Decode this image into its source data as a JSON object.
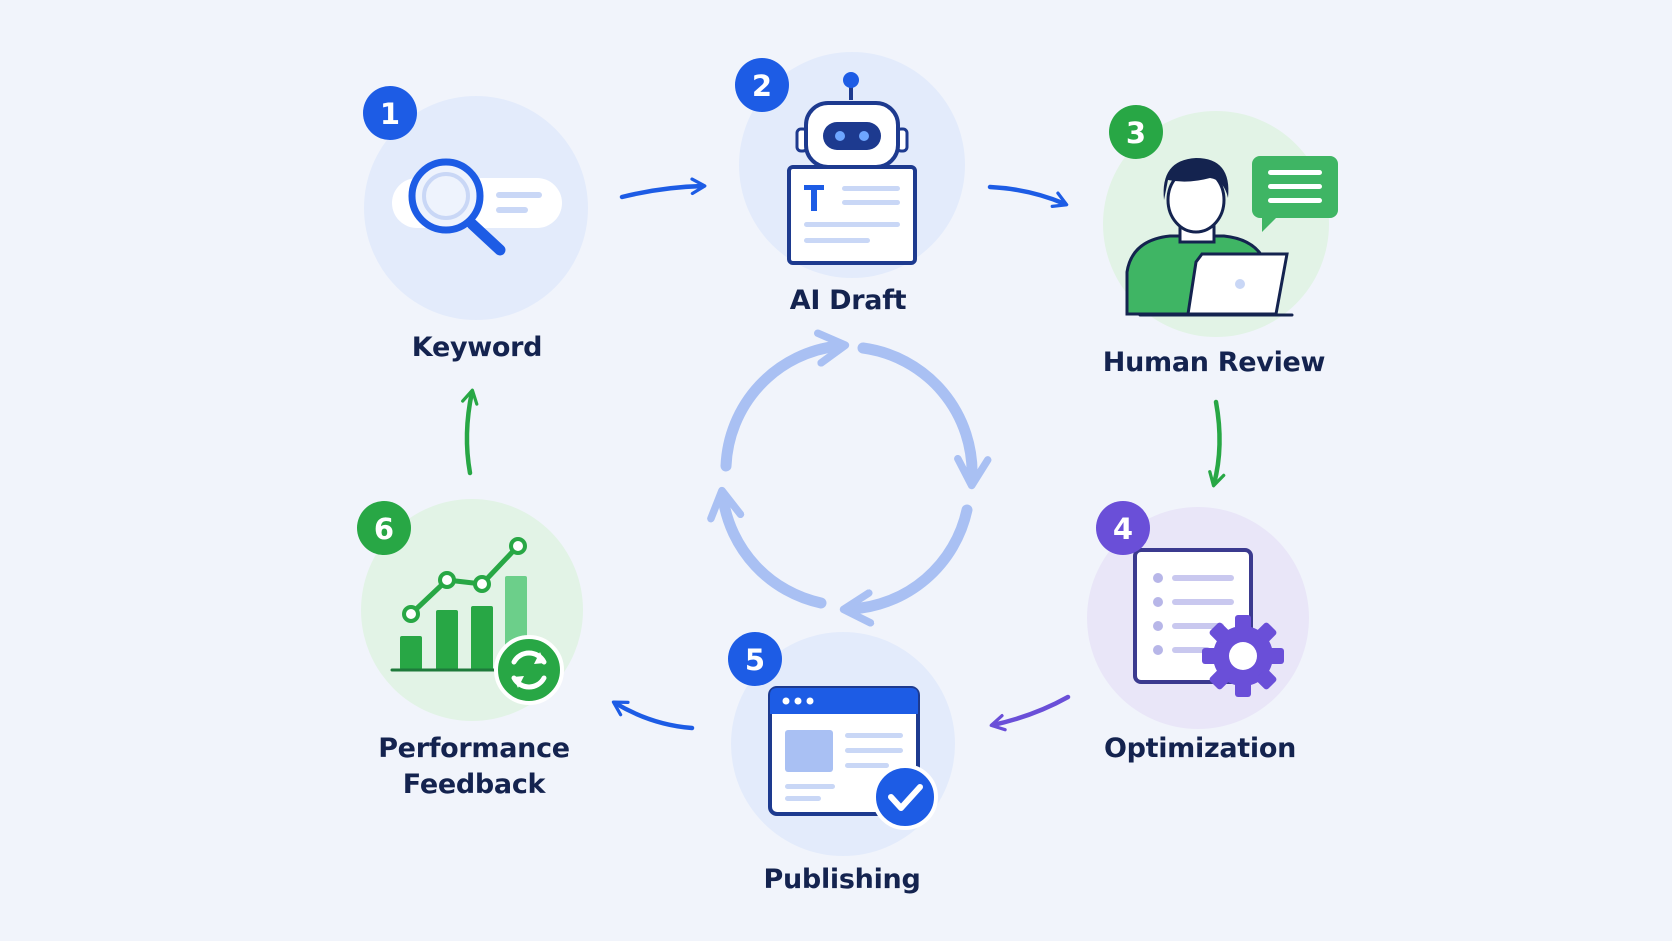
{
  "colors": {
    "background": "#f1f4fb",
    "blue": "#1d5ce5",
    "green": "#28a745",
    "purple": "#6a4fd8",
    "label": "#14234f",
    "cycle": "#a9c0f3"
  },
  "steps": [
    {
      "number": "1",
      "label": "Keyword",
      "icon": "search-icon",
      "color": "blue"
    },
    {
      "number": "2",
      "label": "AI Draft",
      "icon": "robot-document-icon",
      "color": "blue"
    },
    {
      "number": "3",
      "label": "Human Review",
      "icon": "person-laptop-icon",
      "color": "green"
    },
    {
      "number": "4",
      "label": "Optimization",
      "icon": "checklist-gear-icon",
      "color": "purple"
    },
    {
      "number": "5",
      "label": "Publishing",
      "icon": "browser-check-icon",
      "color": "blue"
    },
    {
      "number": "6",
      "label": "Performance",
      "label_line2": "Feedback",
      "icon": "growth-chart-icon",
      "color": "green"
    }
  ],
  "flow": [
    {
      "from": "1",
      "to": "2"
    },
    {
      "from": "2",
      "to": "3"
    },
    {
      "from": "3",
      "to": "4"
    },
    {
      "from": "4",
      "to": "5"
    },
    {
      "from": "5",
      "to": "6"
    },
    {
      "from": "6",
      "to": "1"
    }
  ],
  "center_icon": "cycle-arrows-icon"
}
